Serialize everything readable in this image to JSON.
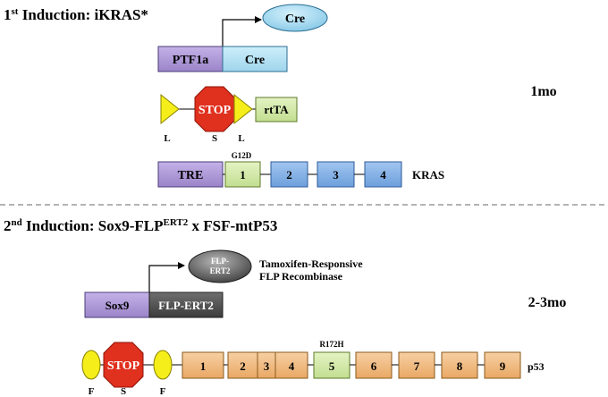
{
  "section1": {
    "title_prefix": "1",
    "title_sup": "st",
    "title_rest": " Induction: iKRAS*",
    "time_label": "1mo",
    "cre_protein": "Cre",
    "ptf1a": "PTF1a",
    "cre_gene": "Cre",
    "stop": "STOP",
    "rtta": "rtTA",
    "lsl_labels": [
      "L",
      "S",
      "L"
    ],
    "tre": "TRE",
    "mutation": "G12D",
    "kras_exons": [
      "1",
      "2",
      "3",
      "4"
    ],
    "gene_name": "KRAS"
  },
  "section2": {
    "title_prefix": "2",
    "title_sup": "nd",
    "title_mid": " Induction: Sox9-FLP",
    "title_sup2": "ERT2",
    "title_rest": " x FSF-mtP53",
    "time_label": "2-3mo",
    "flp_protein_line1": "FLP-",
    "flp_protein_line2": "ERT2",
    "flp_desc_line1": "Tamoxifen-Responsive",
    "flp_desc_line2": "FLP Recombinase",
    "sox9": "Sox9",
    "flp_gene": "FLP-ERT2",
    "stop": "STOP",
    "fsf_labels": [
      "F",
      "S",
      "F"
    ],
    "mutation": "R172H",
    "p53_exons": [
      "1",
      "2",
      "3",
      "4",
      "5",
      "6",
      "7",
      "8",
      "9"
    ],
    "gene_name": "p53"
  },
  "colors": {
    "purple": "#a58fcf",
    "light_blue": "#a9dcef",
    "blue": "#76a6e0",
    "green": "#cde6a0",
    "orange": "#efb67a",
    "stop_red": "#e0301e",
    "yellow": "#f5ee1a",
    "dark_gray": "#4e4e4e"
  }
}
